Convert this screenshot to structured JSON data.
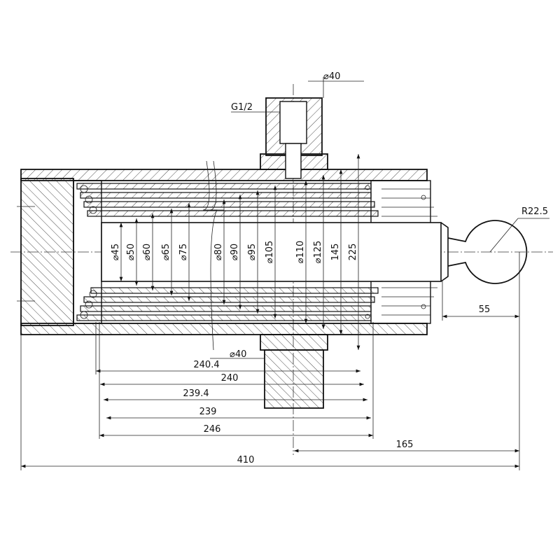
{
  "drawing": {
    "port_thread": "G1/2",
    "port_diameter": "⌀40",
    "mount_diameter": "⌀40",
    "ball_radius": "R22.5",
    "ball_offset": "55",
    "diameters": [
      "⌀45",
      "⌀50",
      "⌀60",
      "⌀65",
      "⌀75",
      "⌀80",
      "⌀90",
      "⌀95",
      "⌀105",
      "⌀110",
      "⌀125",
      "145",
      "225"
    ],
    "lengths": [
      "240.4",
      "240",
      "239.4",
      "239",
      "246"
    ],
    "mount_to_ball": "165",
    "overall_length": "410",
    "line_color": "#111111"
  }
}
